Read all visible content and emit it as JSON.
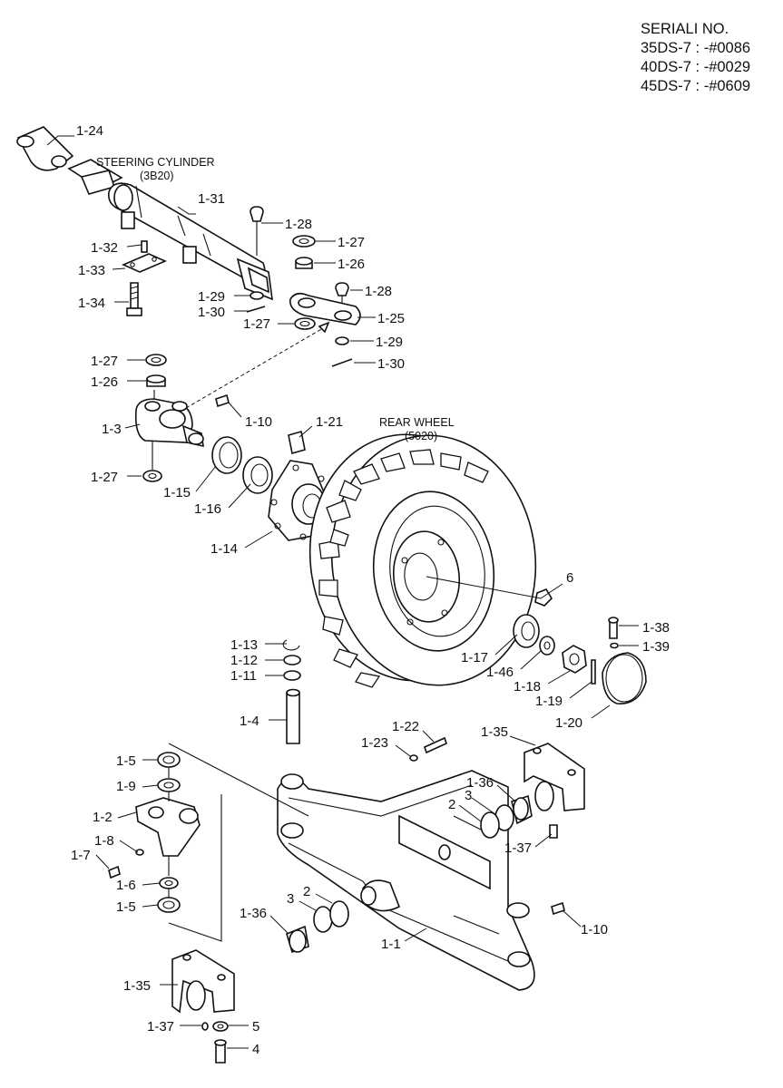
{
  "serial": {
    "title": "SERIALI NO.",
    "lines": [
      "35DS-7 : -#0086",
      "40DS-7 : -#0029",
      "45DS-7 : -#0609"
    ]
  },
  "captions": {
    "steering_cylinder": "STEERING CYLINDER",
    "steering_cylinder_code": "(3B20)",
    "rear_wheel": "REAR WHEEL",
    "rear_wheel_code": "(5020)"
  },
  "labels": {
    "l1_24": "1-24",
    "l1_31": "1-31",
    "l1_28a": "1-28",
    "l1_27a": "1-27",
    "l1_26a": "1-26",
    "l1_28b": "1-28",
    "l1_25": "1-25",
    "l1_27b": "1-27",
    "l1_29a": "1-29",
    "l1_30a": "1-30",
    "l1_29b": "1-29",
    "l1_30b": "1-30",
    "l1_32": "1-32",
    "l1_33": "1-33",
    "l1_34": "1-34",
    "l1_27c": "1-27",
    "l1_26b": "1-26",
    "l1_3": "1-3",
    "l1_10a": "1-10",
    "l1_21": "1-21",
    "l1_27d": "1-27",
    "l1_15": "1-15",
    "l1_16": "1-16",
    "l1_14": "1-14",
    "l6": "6",
    "l1_38": "1-38",
    "l1_39": "1-39",
    "l1_17": "1-17",
    "l1_46": "1-46",
    "l1_18": "1-18",
    "l1_19": "1-19",
    "l1_20": "1-20",
    "l1_13": "1-13",
    "l1_12": "1-12",
    "l1_11": "1-11",
    "l1_4": "1-4",
    "l1_22": "1-22",
    "l1_23": "1-23",
    "l1_35a": "1-35",
    "l1_5a": "1-5",
    "l1_36a": "1-36",
    "l1_9": "1-9",
    "l3a": "3",
    "l2a": "2",
    "l1_2": "1-2",
    "l1_8": "1-8",
    "l1_37a": "1-37",
    "l1_7": "1-7",
    "l1_6": "1-6",
    "l1_5b": "1-5",
    "l1_36b": "1-36",
    "l3b": "3",
    "l2b": "2",
    "l1_10b": "1-10",
    "l1_1": "1-1",
    "l1_35b": "1-35",
    "l1_37b": "1-37",
    "l5": "5",
    "l4": "4"
  }
}
